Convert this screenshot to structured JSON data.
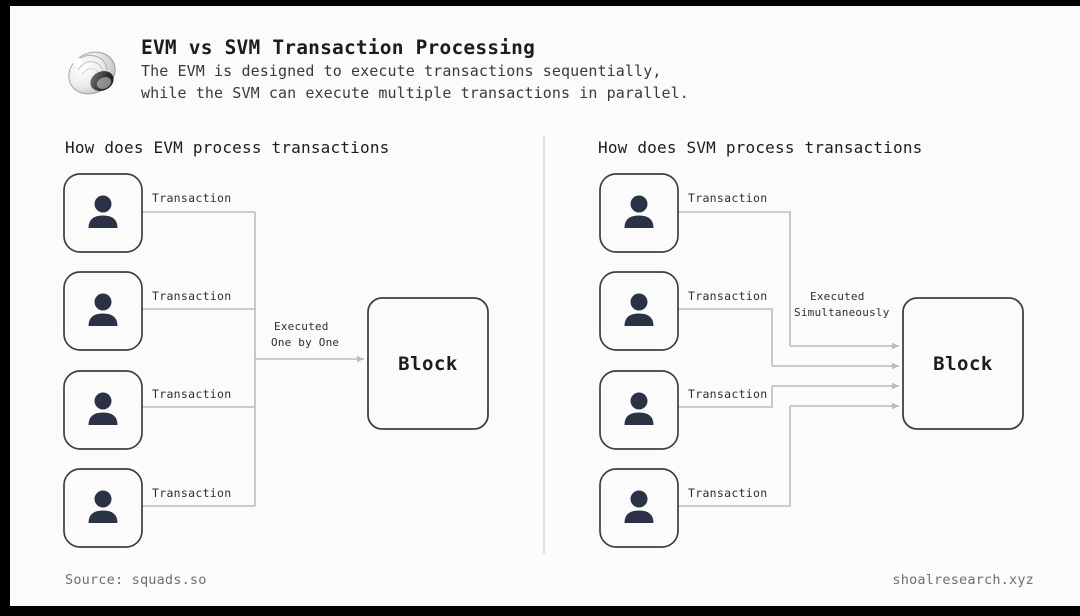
{
  "header": {
    "logo_icon": "snail-shell-logo",
    "title": "EVM vs SVM Transaction Processing",
    "subtitle_line1": "The EVM is designed to execute transactions sequentially,",
    "subtitle_line2": "while the SVM can execute multiple transactions in parallel."
  },
  "panels": {
    "evm": {
      "heading": "How does EVM process transactions",
      "user_icon": "user-person-icon",
      "transactions": [
        {
          "label": "Transaction"
        },
        {
          "label": "Transaction"
        },
        {
          "label": "Transaction"
        },
        {
          "label": "Transaction"
        }
      ],
      "execution_label_line1": "Executed",
      "execution_label_line2": "One by One",
      "block_label": "Block",
      "arrow_count": 1
    },
    "svm": {
      "heading": "How does SVM process transactions",
      "user_icon": "user-person-icon",
      "transactions": [
        {
          "label": "Transaction"
        },
        {
          "label": "Transaction"
        },
        {
          "label": "Transaction"
        },
        {
          "label": "Transaction"
        }
      ],
      "execution_label_line1": "Executed",
      "execution_label_line2": "Simultaneously",
      "block_label": "Block",
      "arrow_count": 4
    }
  },
  "footer": {
    "source": "Source: squads.so",
    "brand": "shoalresearch.xyz"
  },
  "colors": {
    "canvas_background": "#fbfbfb",
    "letterbox": "#000000",
    "title_text": "#1c1c1c",
    "body_text": "#3a3a3a",
    "muted_text": "#6e6e6e",
    "box_border": "#3a3f4b",
    "connector_line": "#b9bcc2",
    "divider": "#e2e2e4",
    "user_icon": "#2b3245"
  }
}
